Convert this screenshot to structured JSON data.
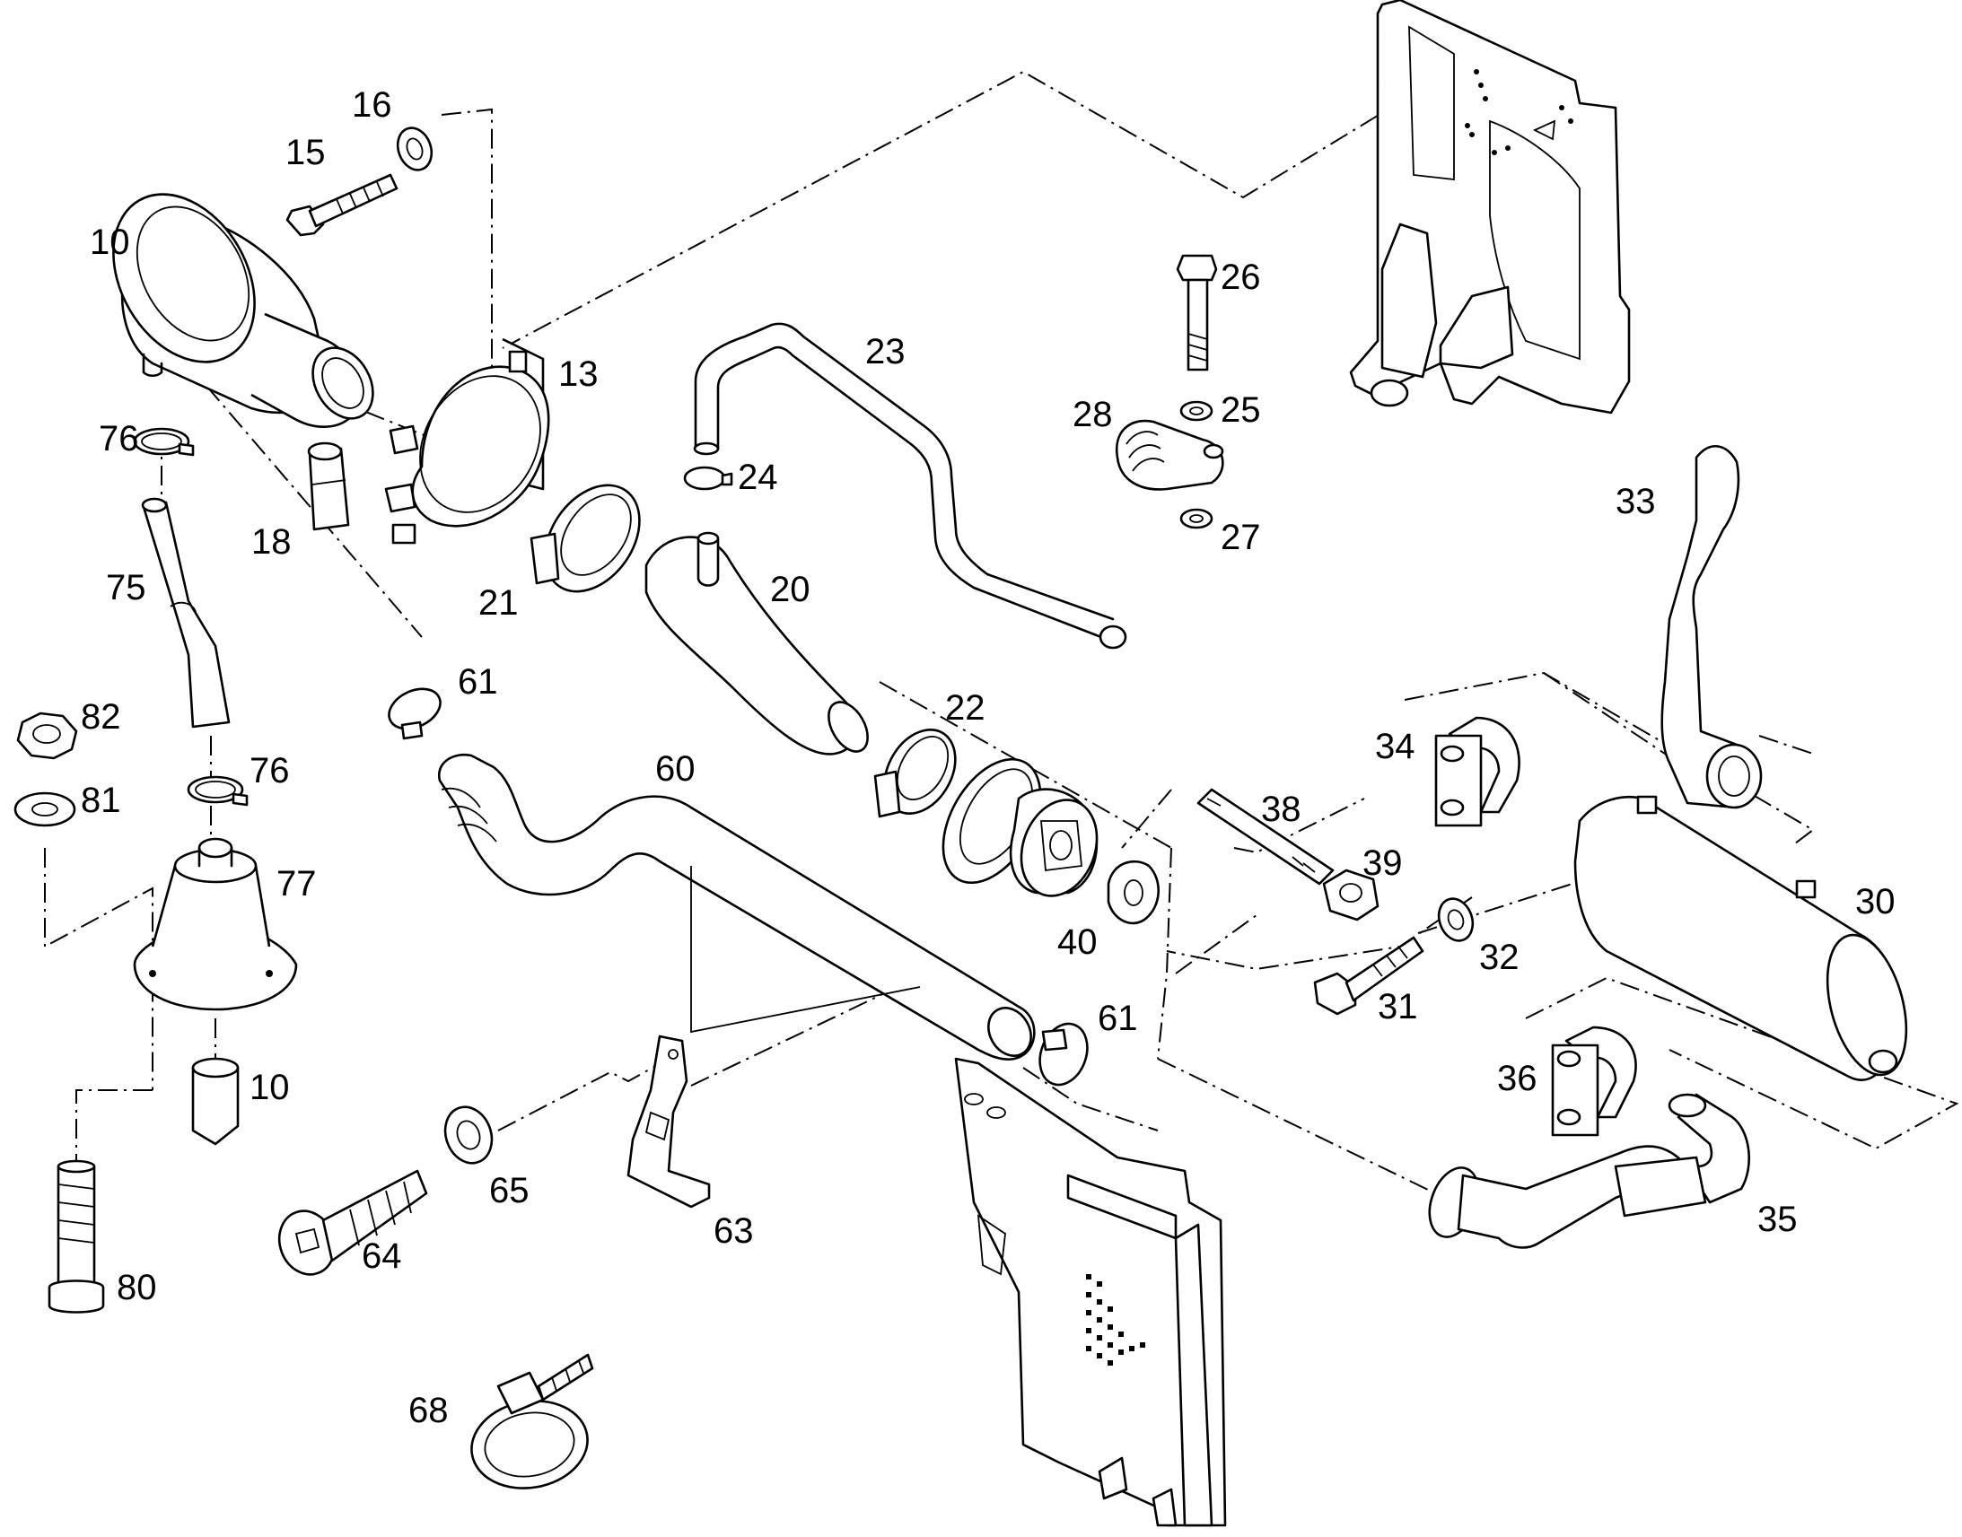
{
  "callouts": {
    "c10a": "10",
    "c10b": "10",
    "c13": "13",
    "c15": "15",
    "c16": "16",
    "c18": "18",
    "c20": "20",
    "c21": "21",
    "c22": "22",
    "c23": "23",
    "c24": "24",
    "c25": "25",
    "c26": "26",
    "c27": "27",
    "c28": "28",
    "c30": "30",
    "c31": "31",
    "c32": "32",
    "c33": "33",
    "c34": "34",
    "c35": "35",
    "c36": "36",
    "c38": "38",
    "c39": "39",
    "c40": "40",
    "c60": "60",
    "c61a": "61",
    "c61b": "61",
    "c63": "63",
    "c64": "64",
    "c65": "65",
    "c68": "68",
    "c75": "75",
    "c76a": "76",
    "c76b": "76",
    "c77": "77",
    "c80": "80",
    "c81": "81",
    "c82": "82"
  }
}
